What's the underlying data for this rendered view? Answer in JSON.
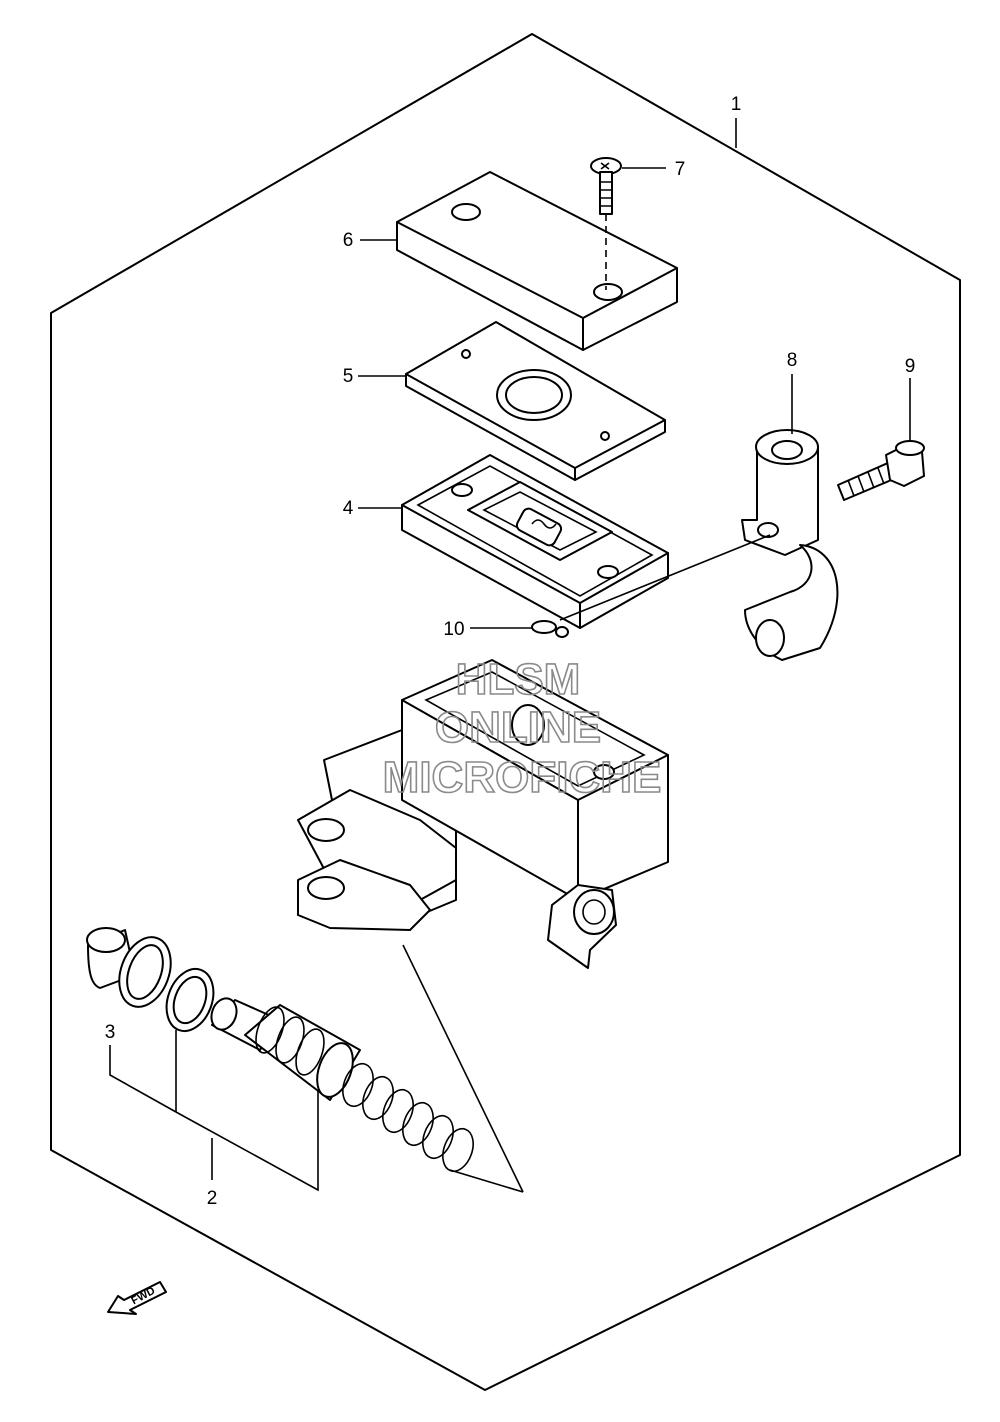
{
  "callouts": [
    {
      "id": "1",
      "label": "1"
    },
    {
      "id": "2",
      "label": "2"
    },
    {
      "id": "3",
      "label": "3"
    },
    {
      "id": "4",
      "label": "4"
    },
    {
      "id": "5",
      "label": "5"
    },
    {
      "id": "6",
      "label": "6"
    },
    {
      "id": "7",
      "label": "7"
    },
    {
      "id": "8",
      "label": "8"
    },
    {
      "id": "9",
      "label": "9"
    },
    {
      "id": "10",
      "label": "10"
    }
  ],
  "watermark": {
    "line1": "HLSM",
    "line2": "ONLINE",
    "line3": "MICROFICHE"
  },
  "direction_marker": {
    "label": "FWD",
    "icon": "forward-arrow-icon"
  }
}
